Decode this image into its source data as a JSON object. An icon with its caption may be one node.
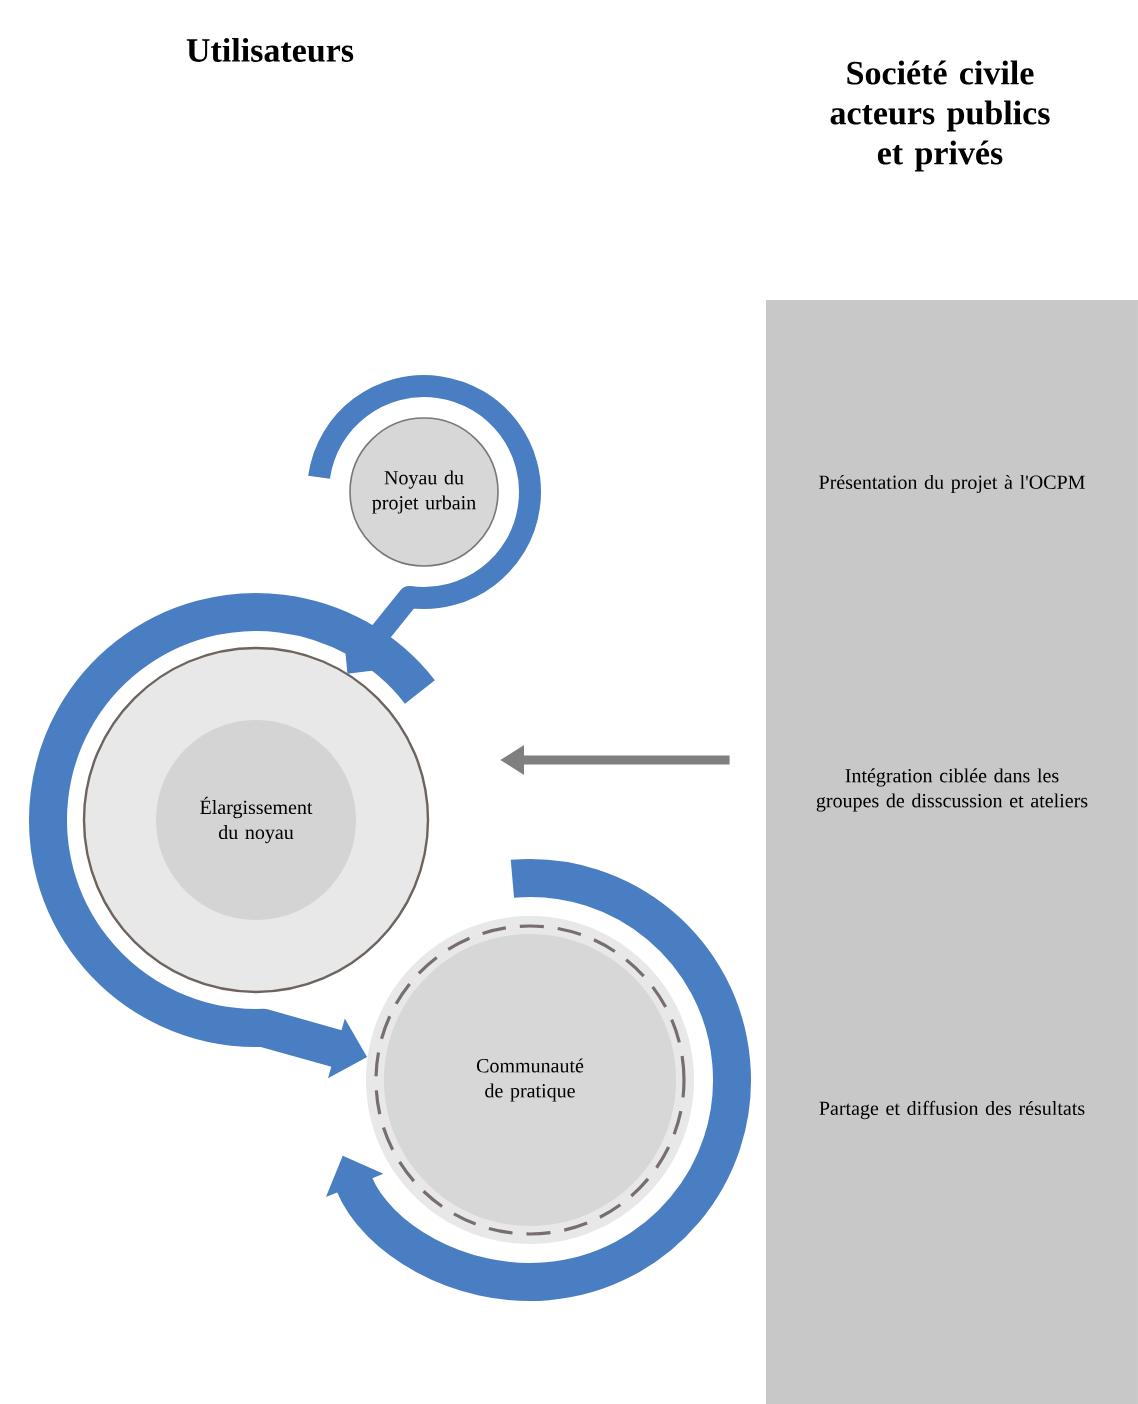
{
  "diagram": {
    "nodes": [
      {
        "text": [
          "Noyau du projet urbain"
        ]
      },
      {
        "text": [
          "Élargissement du noyau"
        ]
      },
      {
        "text": [
          "Communauté de pratique"
        ]
      },
      {
        "text": [
          "Présentation du projet à l'OCPM",
          "Intégration ciblée dans les groupes de disscussion et ateliers",
          "Partage et diffusion des résultats"
        ]
      }
    ],
    "edges": [
      {
        "from": 0,
        "to": 1,
        "arrow": "to"
      },
      {
        "from": 1,
        "to": 2,
        "arrow": "to"
      },
      {
        "from": null,
        "to": 2,
        "arrow": "to"
      },
      {
        "from": 3,
        "to": 1,
        "arrow": "to",
        "color": "#7f7f7f"
      }
    ],
    "labels": [
      "Utilisateurs",
      "Société civile acteurs publics et privés"
    ]
  }
}
